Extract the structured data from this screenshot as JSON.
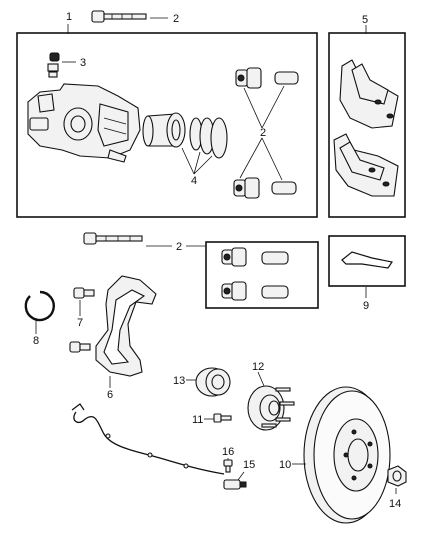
{
  "diagram": {
    "callouts": [
      {
        "id": "c1",
        "text": "1"
      },
      {
        "id": "c2a",
        "text": "2"
      },
      {
        "id": "c3",
        "text": "3"
      },
      {
        "id": "c5",
        "text": "5"
      },
      {
        "id": "c2b",
        "text": "2"
      },
      {
        "id": "c4",
        "text": "4"
      },
      {
        "id": "c2c",
        "text": "2"
      },
      {
        "id": "c7",
        "text": "7"
      },
      {
        "id": "c8",
        "text": "8"
      },
      {
        "id": "c9",
        "text": "9"
      },
      {
        "id": "c6",
        "text": "6"
      },
      {
        "id": "c13",
        "text": "13"
      },
      {
        "id": "c12",
        "text": "12"
      },
      {
        "id": "c11",
        "text": "11"
      },
      {
        "id": "c16",
        "text": "16"
      },
      {
        "id": "c15",
        "text": "15"
      },
      {
        "id": "c10",
        "text": "10"
      },
      {
        "id": "c14",
        "text": "14"
      }
    ]
  }
}
